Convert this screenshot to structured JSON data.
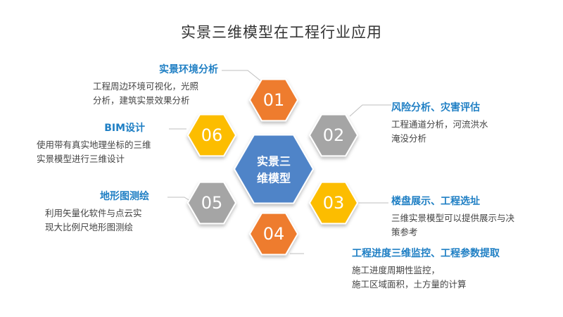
{
  "title": "实景三维模型在工程行业应用",
  "colors": {
    "orange": "#ee7c2e",
    "gray": "#a5a5a5",
    "yellow": "#fcbd00",
    "blue": "#4f84c8",
    "title_blue": "#1f7fc4",
    "line": "#bfbfbf"
  },
  "center": {
    "line1": "实景三",
    "line2": "维模型"
  },
  "items": [
    {
      "num": "01",
      "title": "实景环境分析",
      "desc1": "工程周边环境可视化，光照",
      "desc2": "分析，建筑实景效果分析"
    },
    {
      "num": "02",
      "title": "风险分析、灾害评估",
      "desc1": "工程通道分析，河流洪水",
      "desc2": "淹没分析"
    },
    {
      "num": "03",
      "title": "楼盘展示、工程选址",
      "desc1": "三维实景模型可以提供展示与决",
      "desc2": "策参考"
    },
    {
      "num": "04",
      "title": "工程进度三维监控、工程参数提取",
      "desc1": "施工进度周期性监控，",
      "desc2": "施工区域面积，土方量的计算"
    },
    {
      "num": "05",
      "title": "地形图测绘",
      "desc1": "利用矢量化软件与点云实",
      "desc2": "现大比例尺地形图测绘"
    },
    {
      "num": "06",
      "title": "BIM设计",
      "desc1": "使用带有真实地理坐标的三维",
      "desc2": "实景模型进行三维设计"
    }
  ]
}
